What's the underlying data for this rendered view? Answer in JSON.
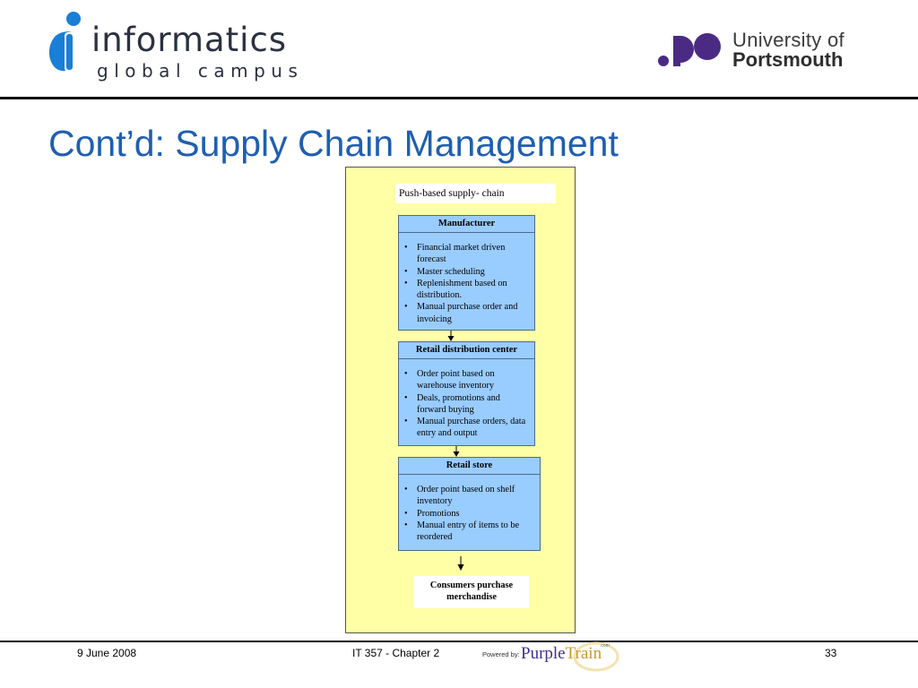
{
  "header": {
    "logo_left_main": "informatics",
    "logo_left_sub": "global campus",
    "logo_right_line1": "University of",
    "logo_right_line2": "Portsmouth"
  },
  "slide": {
    "title": "Cont’d: Supply Chain Management"
  },
  "diagram": {
    "title": "Push-based supply- chain",
    "stages": [
      {
        "name": "Manufacturer",
        "bullets": [
          "Financial market driven forecast",
          "Master scheduling",
          "Replenishment based on distribution.",
          "Manual purchase order and invoicing"
        ]
      },
      {
        "name": "Retail distribution center",
        "bullets": [
          "Order point based on warehouse inventory",
          "Deals, promotions and forward buying",
          "Manual purchase orders, data entry and output"
        ]
      },
      {
        "name": "Retail store",
        "bullets": [
          "Order point based on shelf inventory",
          "Promotions",
          "Manual entry of items to be reordered"
        ]
      }
    ],
    "end_node": "Consumers purchase merchandise"
  },
  "footer": {
    "date": "9 June 2008",
    "course": "IT 357 - Chapter 2",
    "page_number": "33",
    "powered_by": "Powered by:",
    "purpletrain_purple": "Purple",
    "purpletrain_train": "Train",
    "purpletrain_com": ".com"
  },
  "colors": {
    "title_blue": "#1f5fb0",
    "panel_yellow": "#ffffa6",
    "stage_blue": "#99ccff",
    "informatics_blue": "#1a7fd6",
    "portsmouth_purple": "#4b2a84"
  }
}
